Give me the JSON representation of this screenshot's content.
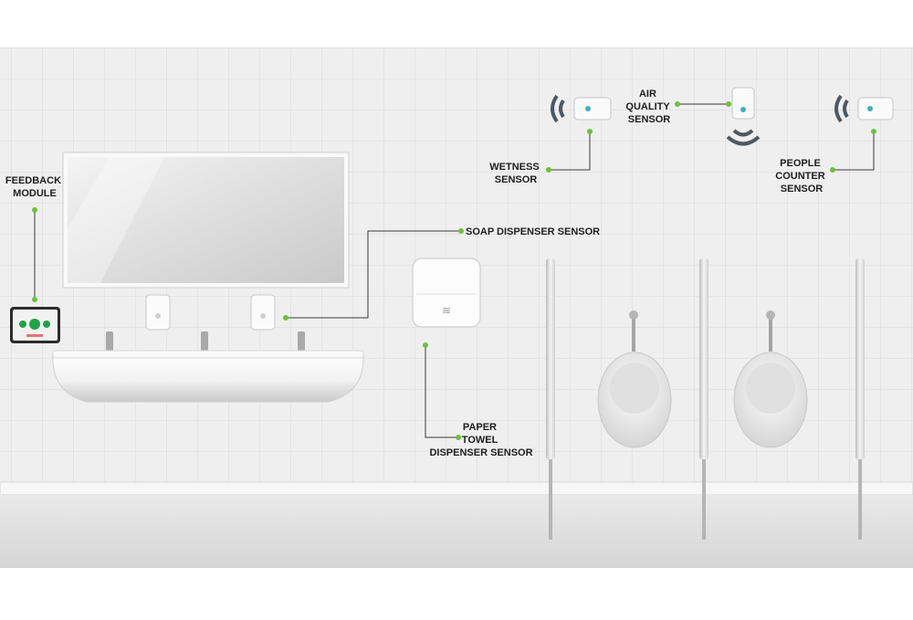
{
  "labels": {
    "feedback_module": [
      "FEEDBACK",
      "MODULE"
    ],
    "soap_dispenser_sensor": "SOAP DISPENSER SENSOR",
    "paper_towel_sensor": [
      "PAPER",
      "TOWEL",
      "DISPENSER SENSOR"
    ],
    "wetness_sensor": [
      "WETNESS",
      "SENSOR"
    ],
    "air_quality_sensor": [
      "AIR",
      "QUALITY",
      "SENSOR"
    ],
    "people_counter_sensor": [
      "PEOPLE",
      "COUNTER",
      "SENSOR"
    ]
  },
  "colors": {
    "connector": "#3a3a3a",
    "marker": "#6cc23a",
    "sensor_wave": "#4d5862",
    "sensor_led": "#3fb0c0",
    "feedback_green": "#1fa34a",
    "wall": "#ededed",
    "floor": "#e2e2e2"
  },
  "icons": [
    "signal-wave-icon",
    "sensor-device-icon",
    "tablet-icon",
    "hand-dryer-icon",
    "urinal-icon",
    "faucet-icon",
    "soap-dispenser-icon"
  ]
}
